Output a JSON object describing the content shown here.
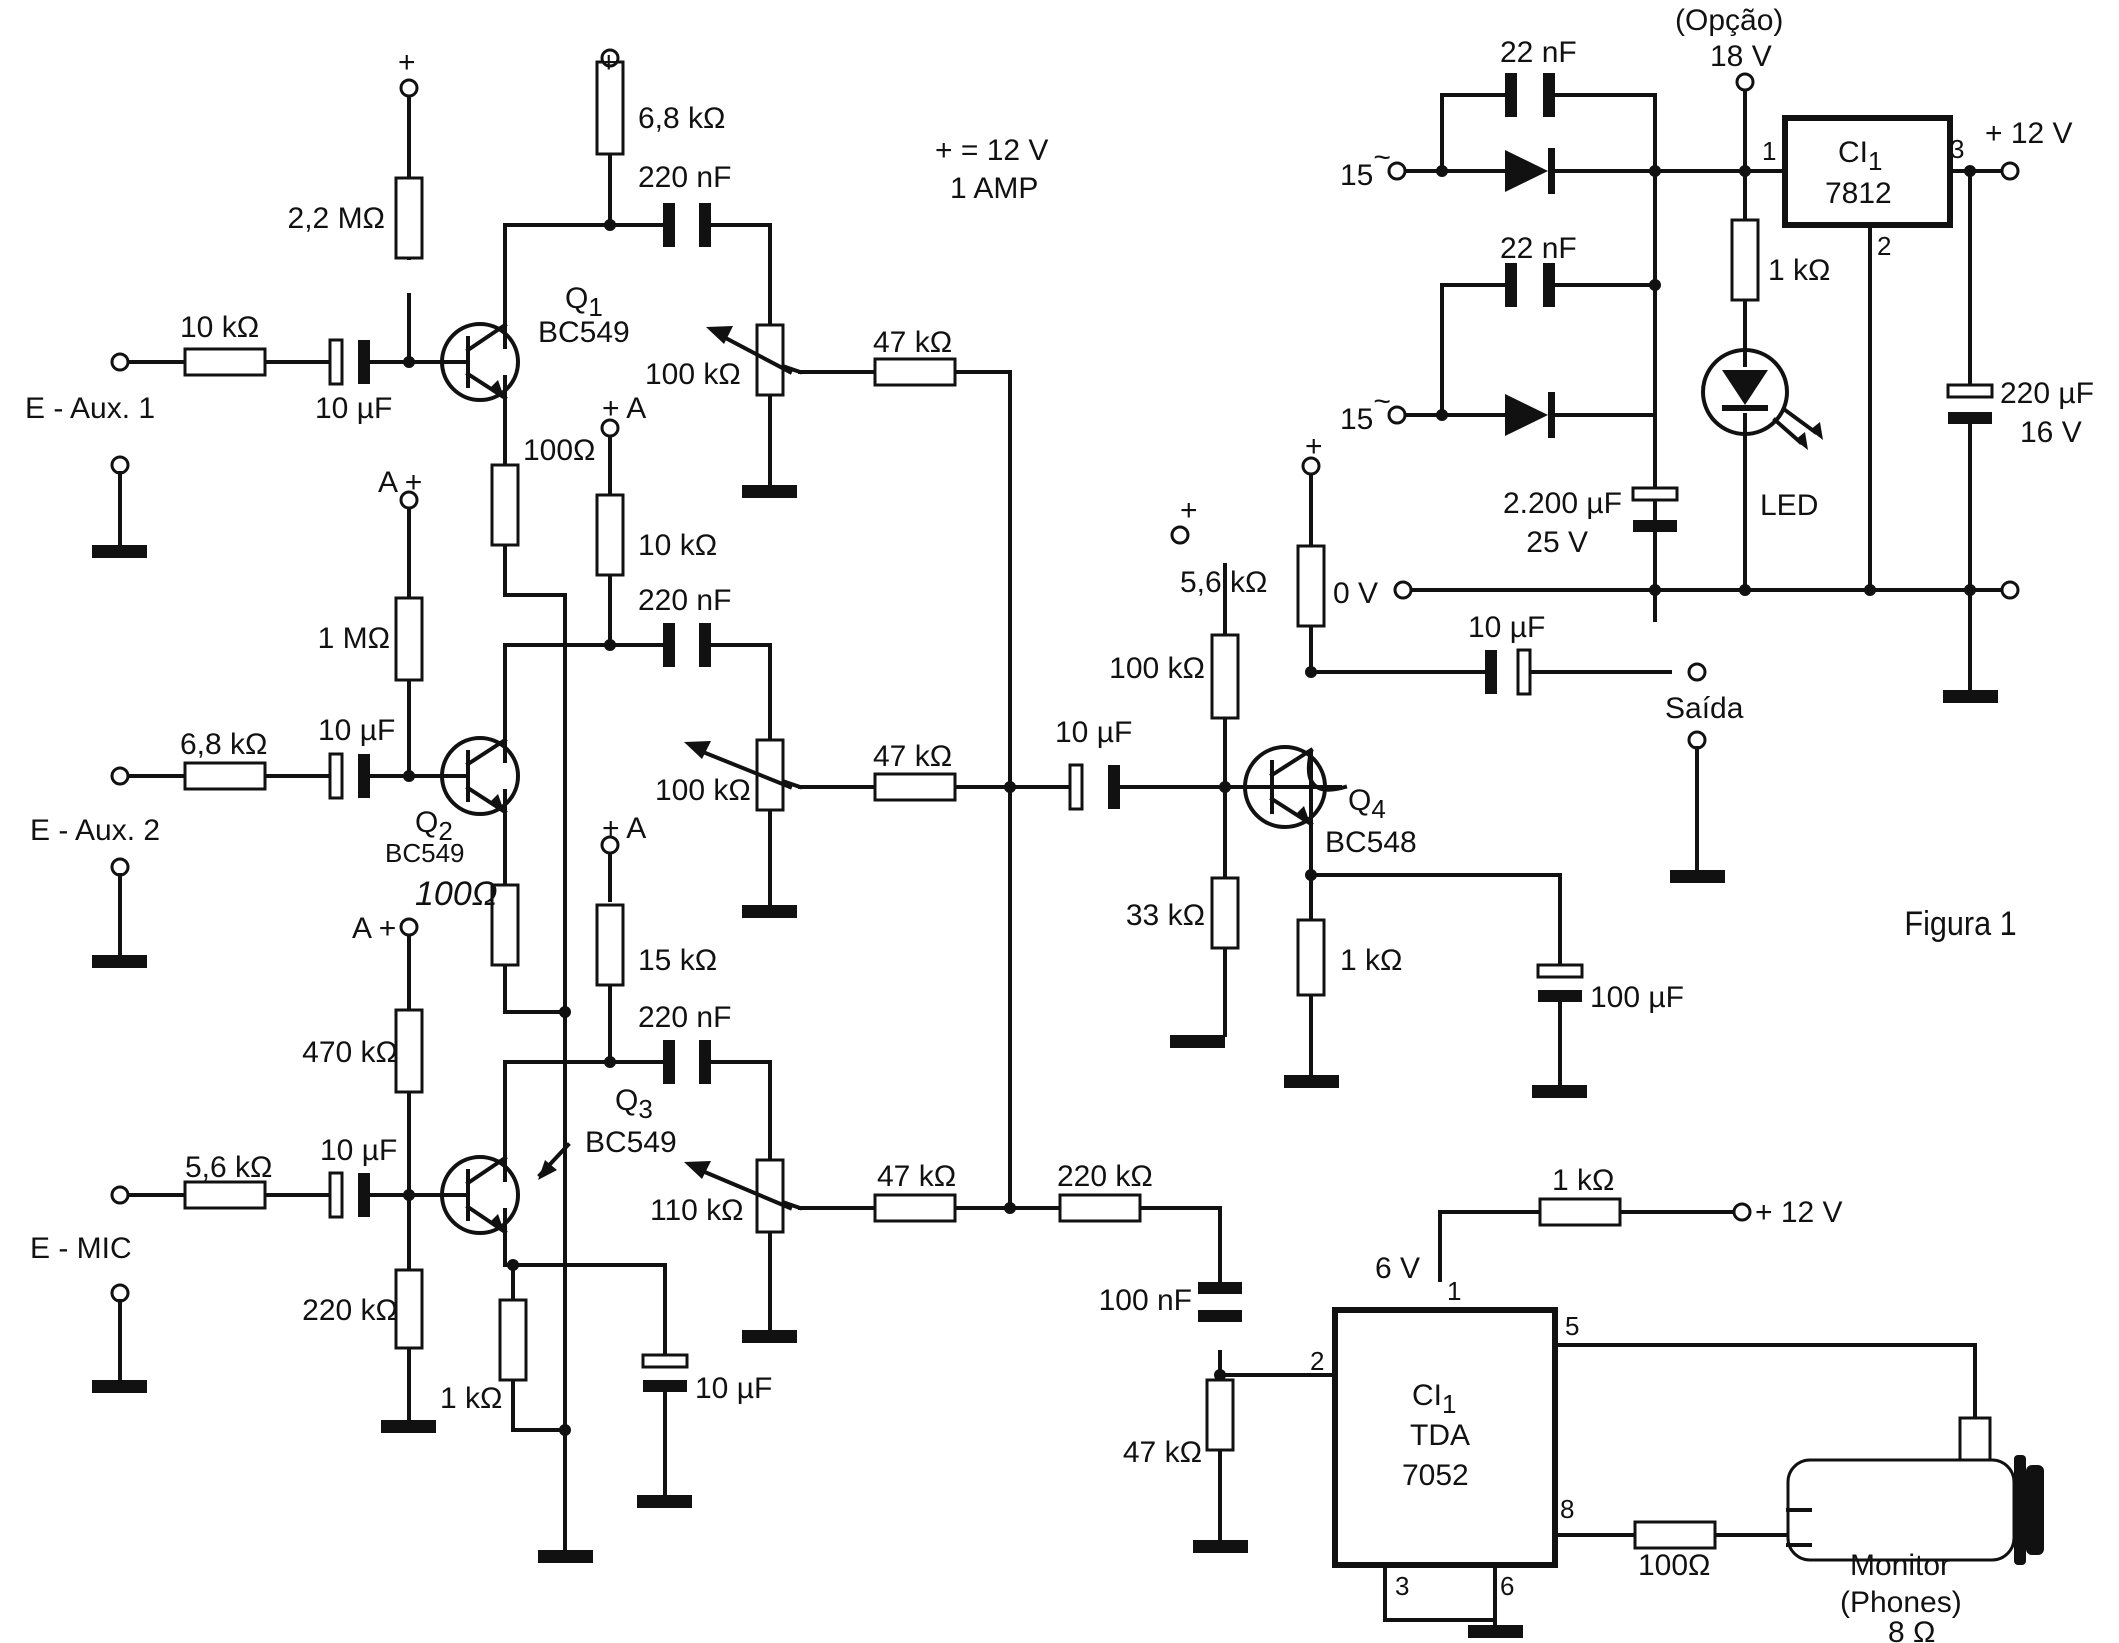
{
  "figure": {
    "title": "Figura 1",
    "supply_note": "+ = 12 V",
    "supply_current": "1 AMP"
  },
  "inputs": {
    "aux1": "E - Aux. 1",
    "aux2": "E - Aux. 2",
    "mic": "E - MIC"
  },
  "stage1": {
    "r_in": "10 kΩ",
    "c_in": "10 µF",
    "r_bias": "2,2 MΩ",
    "r_col": "6,8 kΩ",
    "c_out": "220 nF",
    "q_name": "Q",
    "q_sub": "1",
    "q_model": "BC549",
    "r_emit": "100Ω",
    "pot": "100 kΩ",
    "r_mix": "47 kΩ",
    "plus": "+"
  },
  "stage2": {
    "r_in": "6,8 kΩ",
    "c_in": "10 µF",
    "r_bias": "1 MΩ",
    "r_col": "10 kΩ",
    "c_out": "220 nF",
    "q_name": "Q",
    "q_sub": "2",
    "q_model": "BC549",
    "r_emit": "100Ω",
    "pot": "100 kΩ",
    "r_mix": "47 kΩ",
    "plus_a": "A +",
    "col_plus": "+ A"
  },
  "stage3": {
    "r_in": "5,6 kΩ",
    "c_in": "10 µF",
    "r_bias": "470 kΩ",
    "r_col": "15 kΩ",
    "c_out": "220 nF",
    "q_name": "Q",
    "q_sub": "3",
    "q_model": "BC549",
    "r_base_gnd": "220 kΩ",
    "r_emit": "1 kΩ",
    "c_emit": "10 µF",
    "pot": "110 kΩ",
    "r_mix": "47 kΩ",
    "plus_a": "A +",
    "col_plus": "+ A"
  },
  "stage4": {
    "c_in": "10 µF",
    "r_top": "100 kΩ",
    "r_bot": "33 kΩ",
    "r_col": "5,6 kΩ",
    "q_name": "Q",
    "q_sub": "4",
    "q_model": "BC548",
    "r_emit": "1 kΩ",
    "c_emit": "100 µF",
    "c_out": "10 µF",
    "output": "Saída",
    "plus": "+"
  },
  "power": {
    "ac_in": "15",
    "ac_symbol": "~",
    "c_top": "22 nF",
    "c_mid": "22 nF",
    "c_filter": "2.200 µF",
    "c_filter_v": "25 V",
    "option": "(Opção)",
    "option_v": "18 V",
    "r_led": "1 kΩ",
    "led": "LED",
    "ic_name": "CI",
    "ic_sub": "1",
    "ic_model": "7812",
    "pin1": "1",
    "pin2": "2",
    "pin3": "3",
    "out_v": "+ 12 V",
    "c_out": "220 µF",
    "c_out_v": "16 V",
    "zero_v": "0 V"
  },
  "monitor": {
    "r_mix": "220 kΩ",
    "c_in": "100 nF",
    "r_gnd": "47 kΩ",
    "r_supply": "1 kΩ",
    "supply": "+ 12 V",
    "pin1_v": "6 V",
    "ic_name": "CI",
    "ic_sub": "1",
    "ic_l2": "TDA",
    "ic_l3": "7052",
    "pin1": "1",
    "pin2": "2",
    "pin3": "3",
    "pin5": "5",
    "pin6": "6",
    "pin8": "8",
    "r_out": "100Ω",
    "phones_l1": "Monitor",
    "phones_l2": "(Phones)",
    "phones_l3": "8 Ω"
  }
}
